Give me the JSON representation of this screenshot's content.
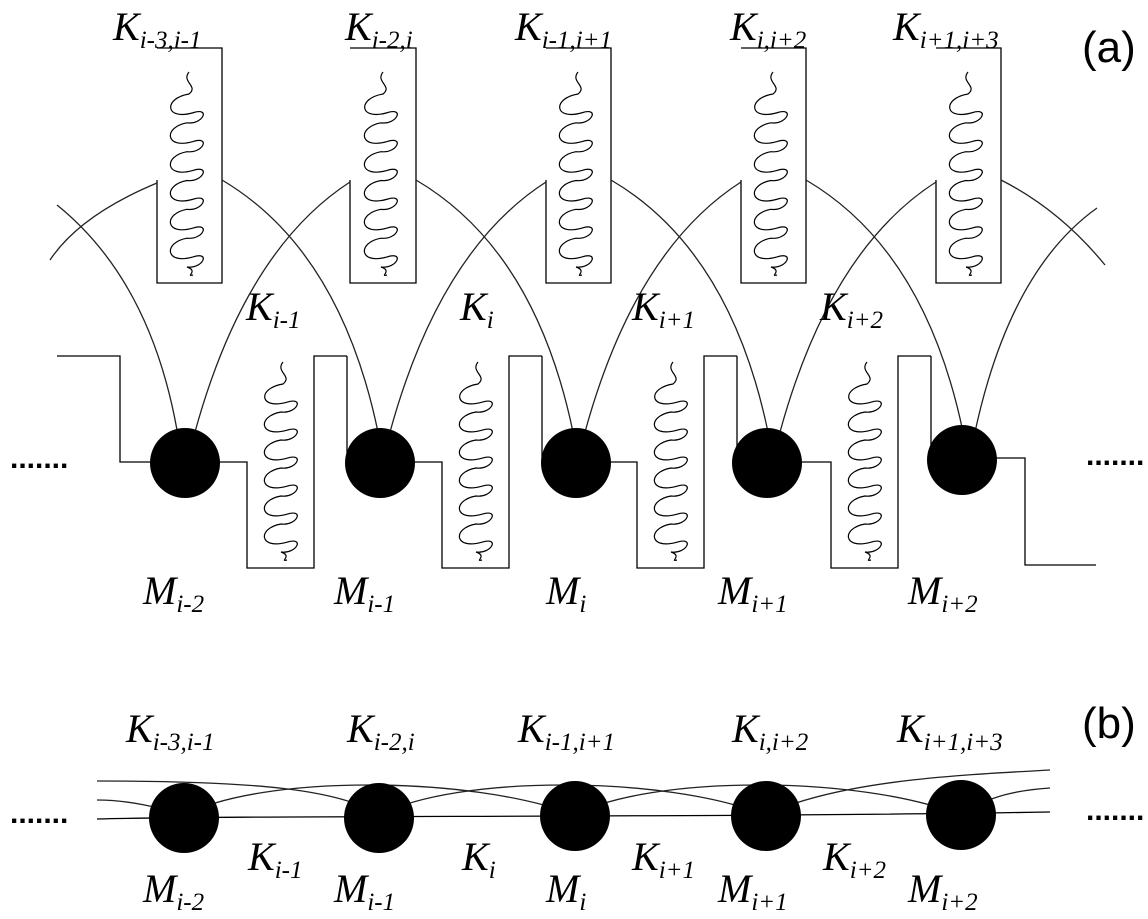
{
  "panel_a": {
    "tag": "(a)",
    "long_springs": [
      {
        "base": "K",
        "sub": "i-3,i-1"
      },
      {
        "base": "K",
        "sub": "i-2,i"
      },
      {
        "base": "K",
        "sub": "i-1,i+1"
      },
      {
        "base": "K",
        "sub": "i,i+2"
      },
      {
        "base": "K",
        "sub": "i+1,i+3"
      }
    ],
    "short_springs": [
      {
        "base": "K",
        "sub": "i-1"
      },
      {
        "base": "K",
        "sub": "i"
      },
      {
        "base": "K",
        "sub": "i+1"
      },
      {
        "base": "K",
        "sub": "i+2"
      }
    ],
    "masses": [
      {
        "base": "M",
        "sub": "i-2"
      },
      {
        "base": "M",
        "sub": "i-1"
      },
      {
        "base": "M",
        "sub": "i"
      },
      {
        "base": "M",
        "sub": "i+1"
      },
      {
        "base": "M",
        "sub": "i+2"
      }
    ],
    "ellipsis_left": ".......",
    "ellipsis_right": "......."
  },
  "panel_b": {
    "tag": "(b)",
    "long_springs": [
      {
        "base": "K",
        "sub": "i-3,i-1"
      },
      {
        "base": "K",
        "sub": "i-2,i"
      },
      {
        "base": "K",
        "sub": "i-1,i+1"
      },
      {
        "base": "K",
        "sub": "i,i+2"
      },
      {
        "base": "K",
        "sub": "i+1,i+3"
      }
    ],
    "short_springs": [
      {
        "base": "K",
        "sub": "i-1"
      },
      {
        "base": "K",
        "sub": "i"
      },
      {
        "base": "K",
        "sub": "i+1"
      },
      {
        "base": "K",
        "sub": "i+2"
      }
    ],
    "masses": [
      {
        "base": "M",
        "sub": "i-2"
      },
      {
        "base": "M",
        "sub": "i-1"
      },
      {
        "base": "M",
        "sub": "i"
      },
      {
        "base": "M",
        "sub": "i+1"
      },
      {
        "base": "M",
        "sub": "i+2"
      }
    ],
    "ellipsis_left": ".......",
    "ellipsis_right": "......."
  }
}
